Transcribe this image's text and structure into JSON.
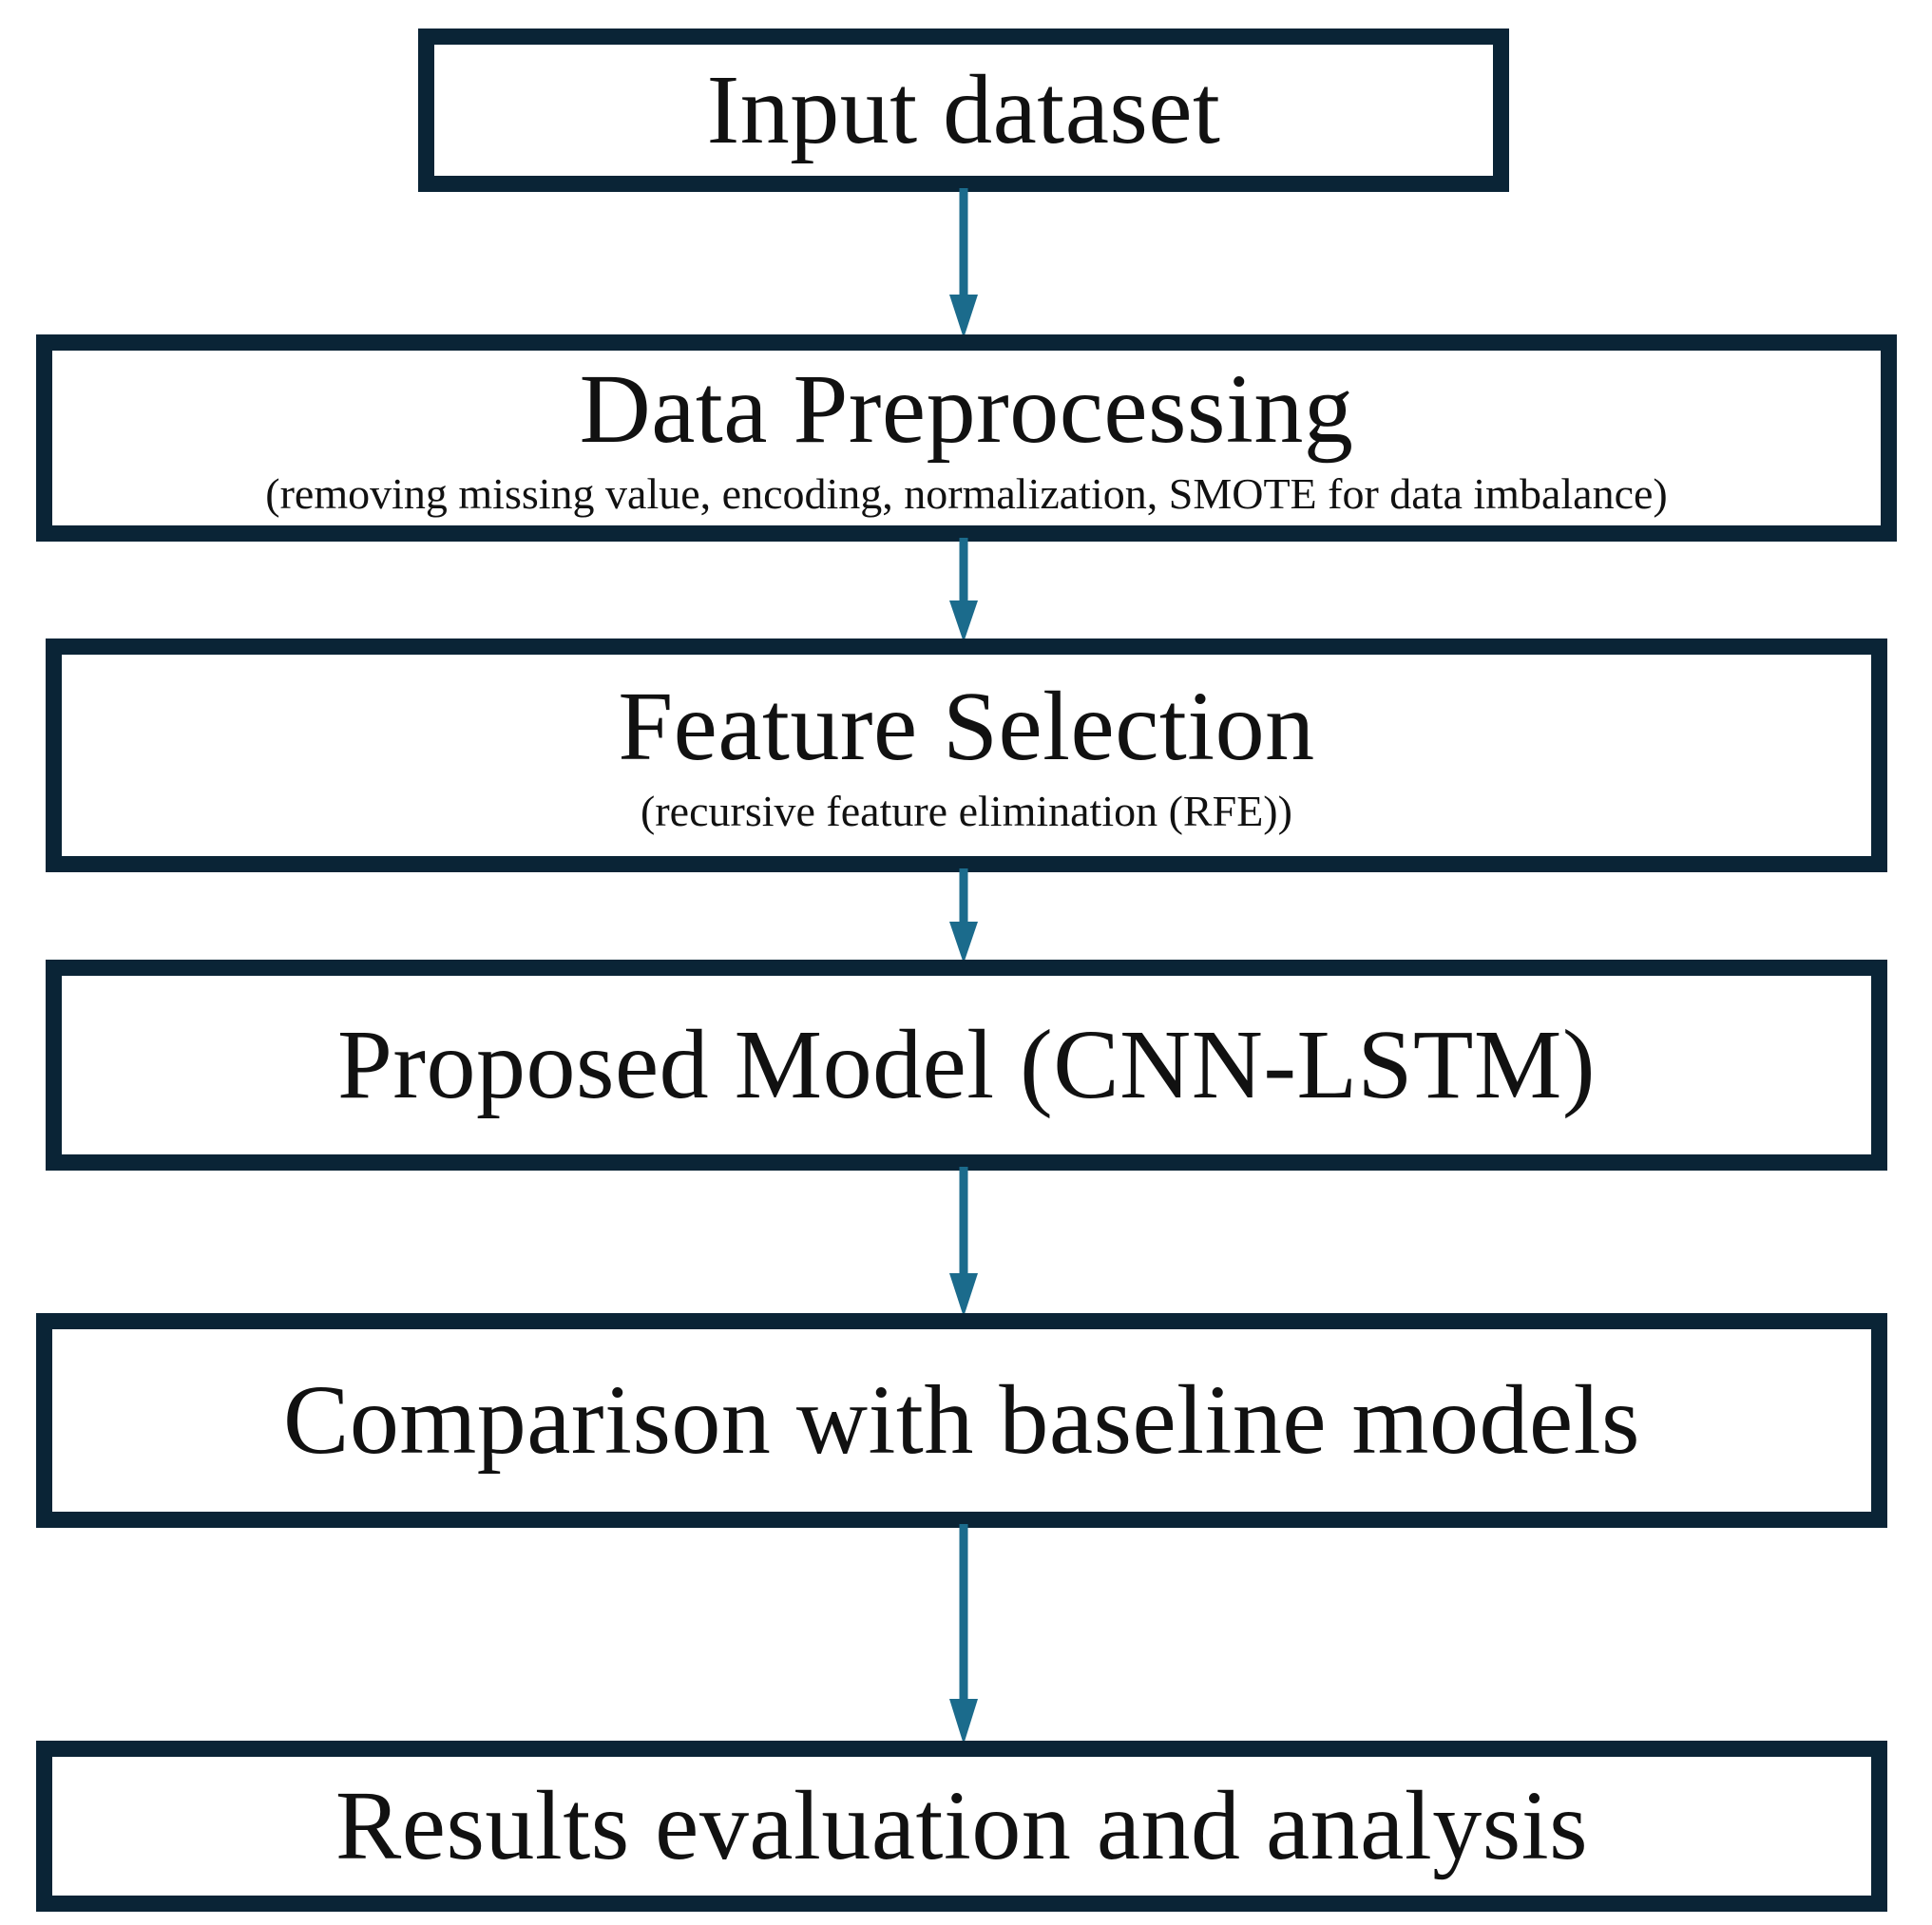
{
  "diagram": {
    "type": "flowchart",
    "orientation": "vertical-top-to-bottom",
    "colors": {
      "box_border": "#0a2436",
      "box_fill": "#ffffff",
      "arrow": "#1b6b8c",
      "text": "#111111",
      "background": "#ffffff"
    },
    "nodes": [
      {
        "id": "input-dataset",
        "title": "Input dataset",
        "subtitle": ""
      },
      {
        "id": "data-preprocessing",
        "title": "Data Preprocessing",
        "subtitle": "(removing missing value, encoding, normalization, SMOTE for data imbalance)"
      },
      {
        "id": "feature-selection",
        "title": "Feature Selection",
        "subtitle": "(recursive feature elimination (RFE))"
      },
      {
        "id": "proposed-model",
        "title": "Proposed Model (CNN-LSTM)",
        "subtitle": ""
      },
      {
        "id": "comparison",
        "title": "Comparison with baseline models",
        "subtitle": ""
      },
      {
        "id": "results-evaluation",
        "title": "Results evaluation and analysis",
        "subtitle": ""
      }
    ],
    "connectors": [
      {
        "id": "connector-1",
        "from": "input-dataset",
        "to": "data-preprocessing",
        "label": ""
      },
      {
        "id": "connector-2",
        "from": "data-preprocessing",
        "to": "feature-selection",
        "label": ""
      },
      {
        "id": "connector-3",
        "from": "feature-selection",
        "to": "proposed-model",
        "label": ""
      },
      {
        "id": "connector-4",
        "from": "proposed-model",
        "to": "comparison",
        "label": ""
      },
      {
        "id": "connector-5",
        "from": "comparison",
        "to": "results-evaluation",
        "label": ""
      }
    ]
  }
}
